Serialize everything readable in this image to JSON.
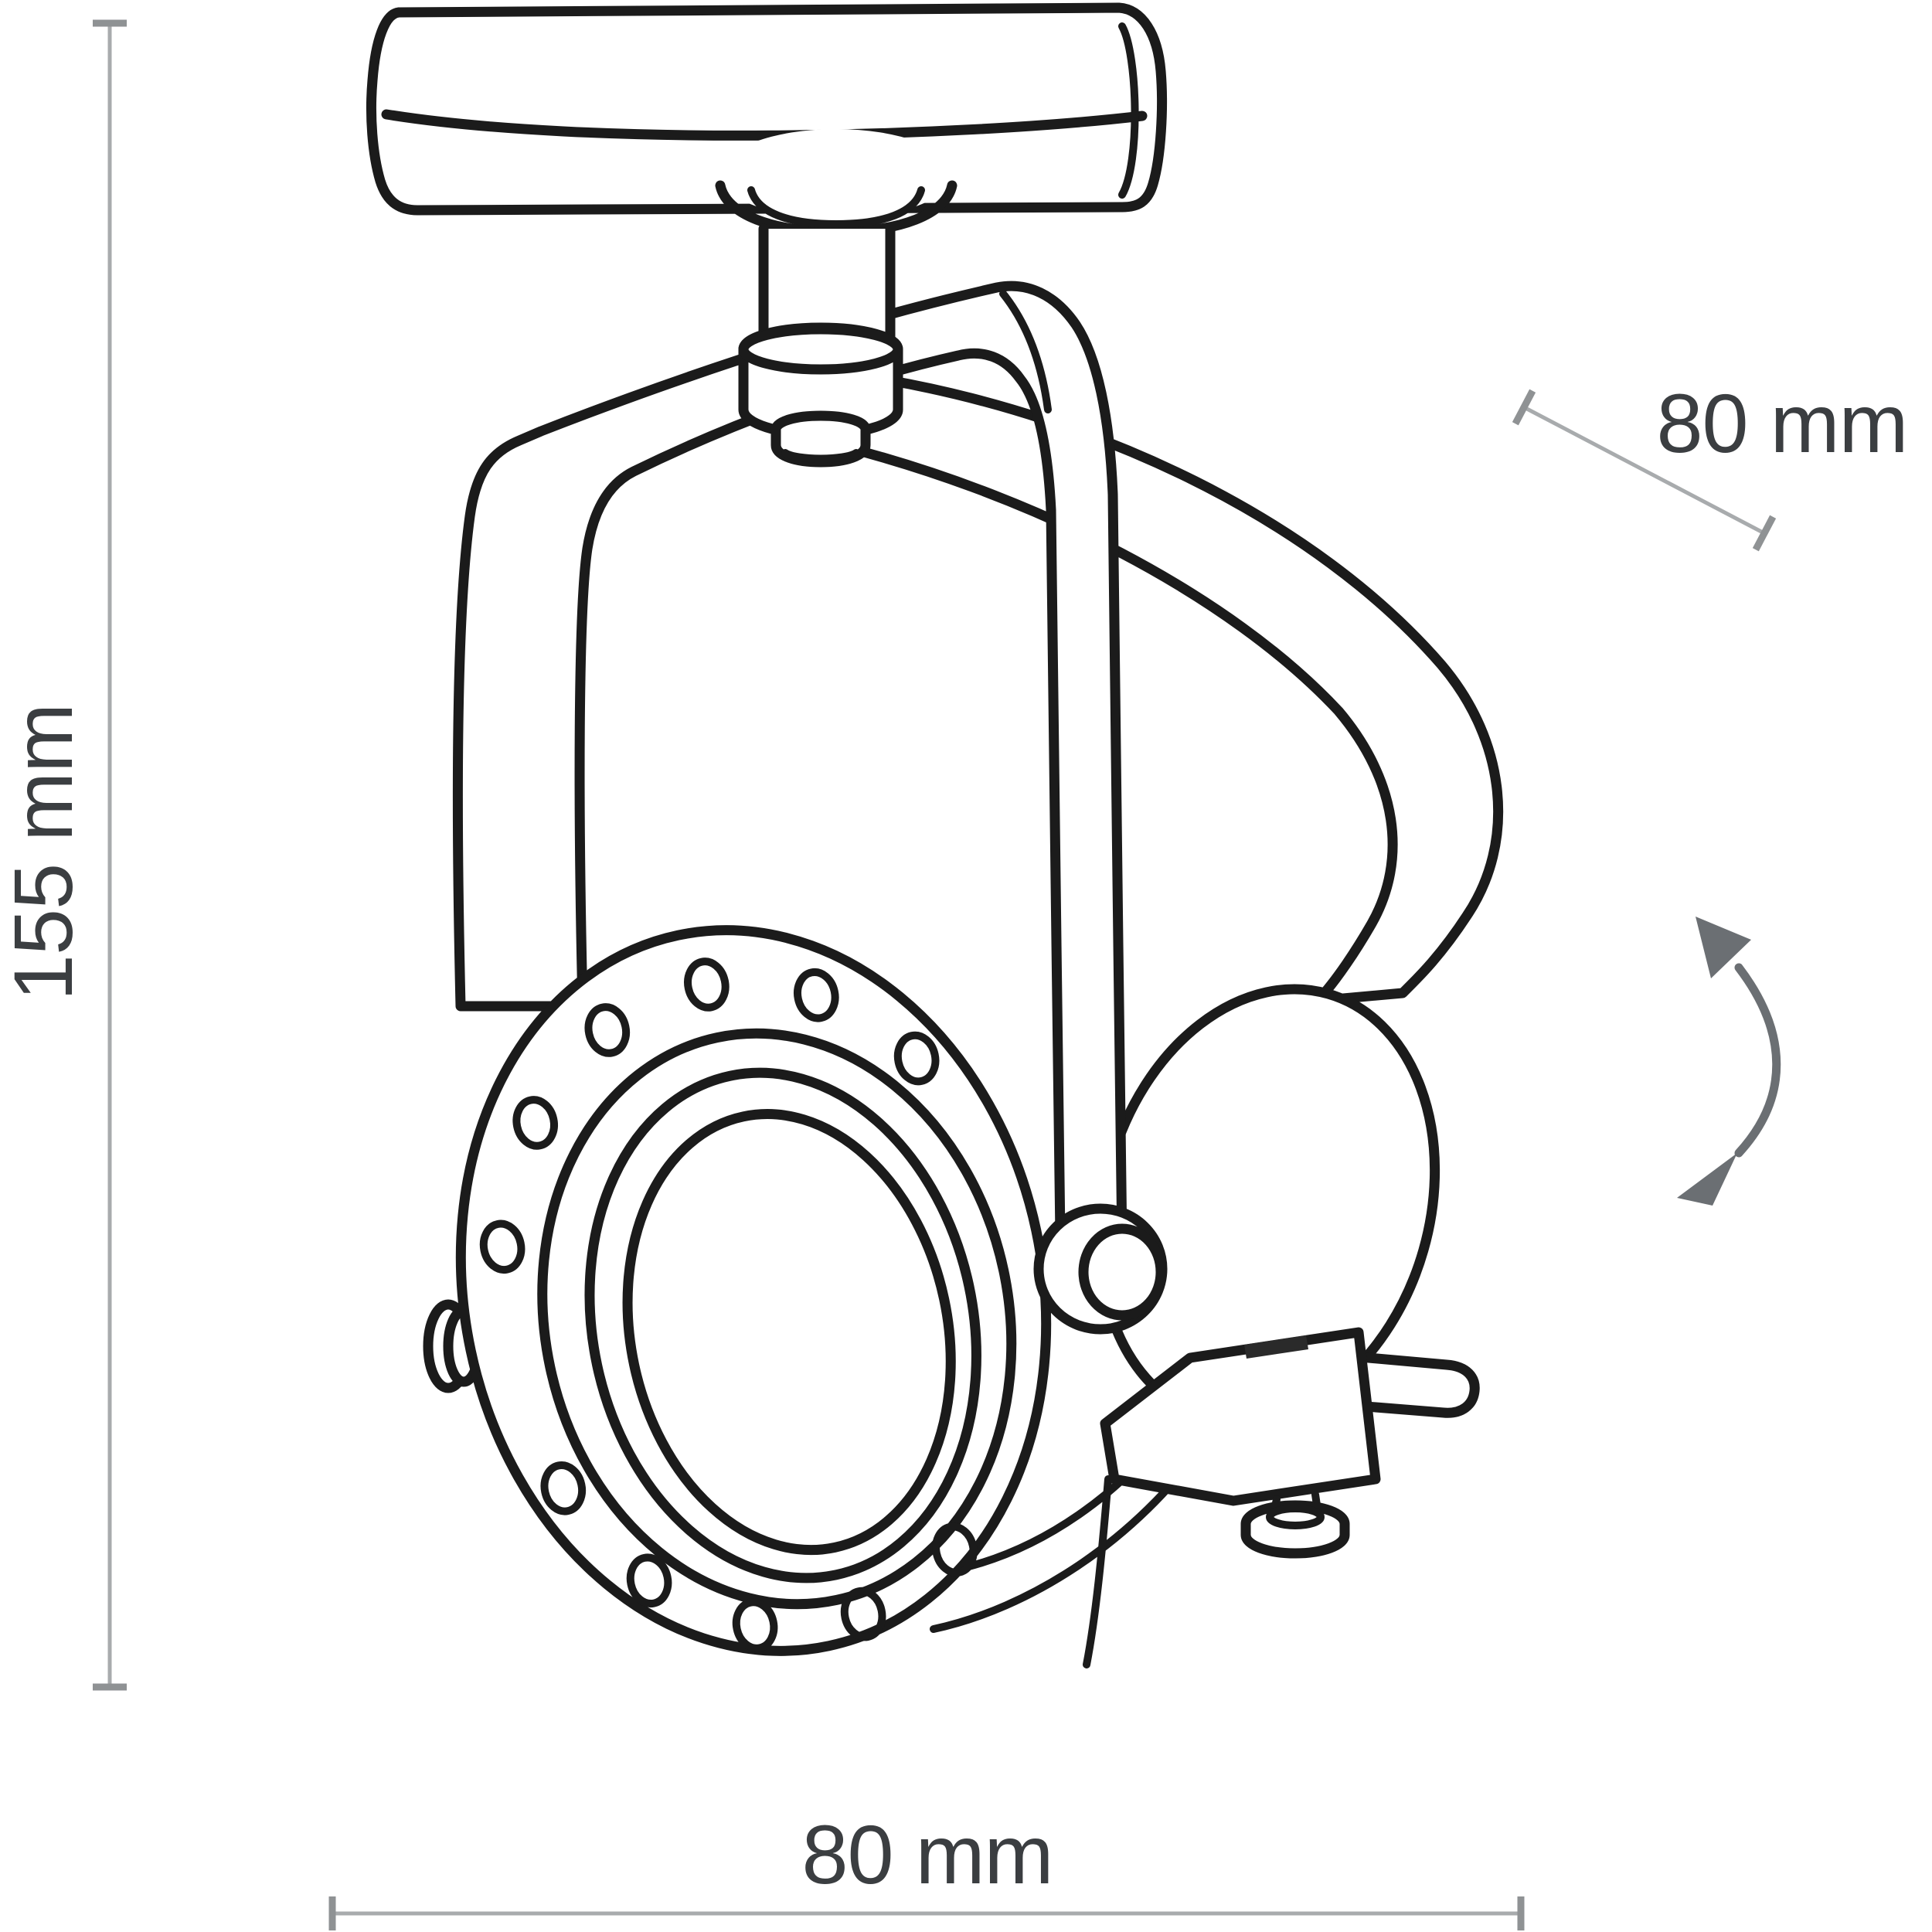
{
  "page": {
    "type": "product-dimension-diagram",
    "subject": "track spotlight line drawing",
    "background": "#ffffff"
  },
  "annotations": {
    "height_label": "155 mm",
    "depth_label": "80 mm",
    "width_label": "80 mm"
  },
  "style": {
    "drawing_line_color": "#1b1b1b",
    "dimension_line_color": "#a8abad",
    "tick_color": "#8f9294",
    "label_color": "#3b3e41",
    "arrow_color": "#6b6f73"
  },
  "icons": {
    "rotation": "rotation-arc-double-arrow-icon"
  }
}
